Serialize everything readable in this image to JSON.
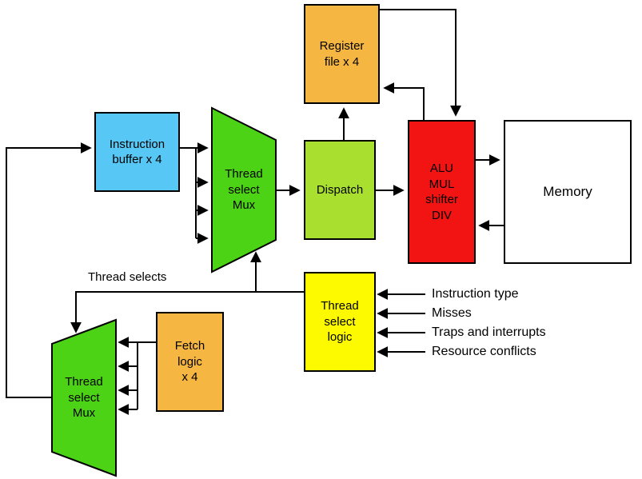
{
  "diagram": {
    "blocks": {
      "instruction_buffer": {
        "label": "Instruction\nbuffer x 4",
        "color": "#57c8f5"
      },
      "thread_select_mux_top": {
        "label": "Thread\nselect\nMux",
        "color": "#4cd316"
      },
      "dispatch": {
        "label": "Dispatch",
        "color": "#a9e02f"
      },
      "register_file": {
        "label": "Register\nfile x 4",
        "color": "#f6b642"
      },
      "alu": {
        "label": "ALU\nMUL\nshifter\nDIV",
        "color": "#f21313"
      },
      "memory": {
        "label": "Memory",
        "color": "#ffffff"
      },
      "thread_select_logic": {
        "label": "Thread\nselect\nlogic",
        "color": "#fdfa00"
      },
      "fetch_logic": {
        "label": "Fetch\nlogic\nx 4",
        "color": "#f6b642"
      },
      "thread_select_mux_bottom": {
        "label": "Thread\nselect\nMux",
        "color": "#4cd316"
      }
    },
    "annotations": {
      "thread_selects": "Thread selects",
      "inputs": [
        "Instruction type",
        "Misses",
        "Traps and interrupts",
        "Resource conflicts"
      ]
    }
  }
}
